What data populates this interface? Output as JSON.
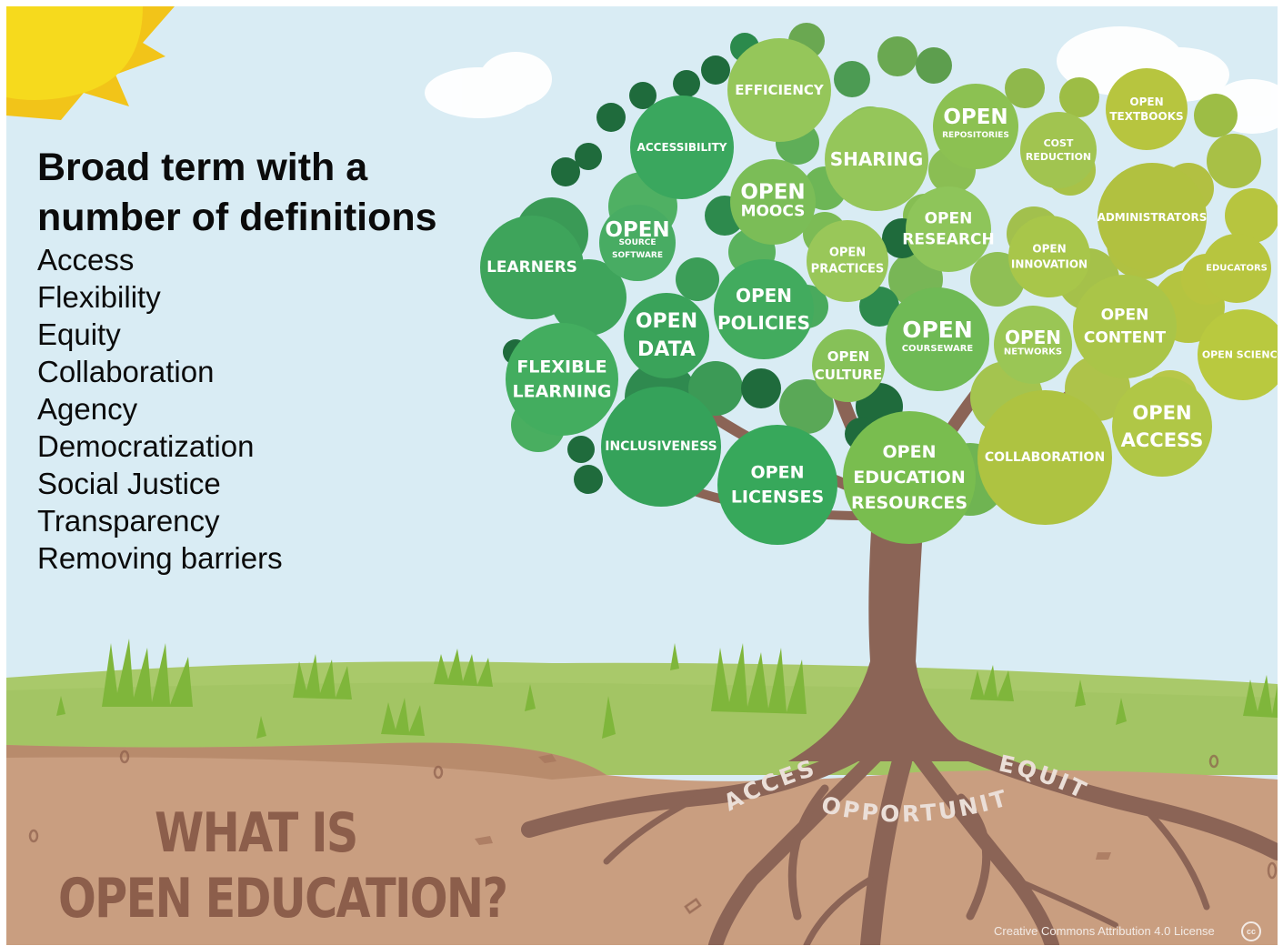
{
  "heading": {
    "line1": "Broad term with a",
    "line2": "number of definitions"
  },
  "definitions": [
    "Access",
    "Flexibility",
    "Equity",
    "Collaboration",
    "Agency",
    "Democratization",
    "Social Justice",
    "Transparency",
    "Removing barriers"
  ],
  "title": {
    "line1": "WHAT IS",
    "line2": "OPEN EDUCATION?"
  },
  "roots": {
    "left": "ACCESS",
    "middle": "OPPORTUNITY",
    "right": "EQUITY"
  },
  "license": {
    "text": "Creative Commons Attribution 4.0 License",
    "icon": "creative-commons-icon",
    "icon_text": "cc"
  },
  "bubbles": [
    {
      "id": "efficiency",
      "lines": [
        "EFFICIENCY"
      ],
      "color": "#95c65a"
    },
    {
      "id": "accessibility",
      "lines": [
        "ACCESSIBILITY"
      ],
      "color": "#3aa75e"
    },
    {
      "id": "open-repositories",
      "lines": [
        "OPEN",
        "REPOSITORIES"
      ],
      "color": "#8cc152"
    },
    {
      "id": "open-textbooks",
      "lines": [
        "OPEN",
        "TEXTBOOKS"
      ],
      "color": "#b7c53f"
    },
    {
      "id": "sharing",
      "lines": [
        "SHARING"
      ],
      "color": "#95c65a"
    },
    {
      "id": "cost-reduction",
      "lines": [
        "COST",
        "REDUCTION"
      ],
      "color": "#a1c450"
    },
    {
      "id": "open-moocs",
      "lines": [
        "OPEN",
        "MOOCS"
      ],
      "color": "#7bbd57"
    },
    {
      "id": "open-source-software",
      "lines": [
        "OPEN",
        "SOURCE",
        "SOFTWARE"
      ],
      "color": "#48ac63"
    },
    {
      "id": "learners",
      "lines": [
        "LEARNERS"
      ],
      "color": "#3ea45b"
    },
    {
      "id": "open-research",
      "lines": [
        "OPEN",
        "RESEARCH"
      ],
      "color": "#8ec55a"
    },
    {
      "id": "administrators",
      "lines": [
        "ADMINISTRATORS"
      ],
      "color": "#b1c140"
    },
    {
      "id": "open-practices",
      "lines": [
        "OPEN",
        "PRACTICES"
      ],
      "color": "#99c759"
    },
    {
      "id": "open-innovation",
      "lines": [
        "OPEN",
        "INNOVATION"
      ],
      "color": "#a8c64a"
    },
    {
      "id": "educators",
      "lines": [
        "EDUCATORS"
      ],
      "color": "#b7c53f"
    },
    {
      "id": "open-policies",
      "lines": [
        "OPEN",
        "POLICIES"
      ],
      "color": "#42ab5e"
    },
    {
      "id": "open-data",
      "lines": [
        "OPEN",
        "DATA"
      ],
      "color": "#3aa35a"
    },
    {
      "id": "open-content",
      "lines": [
        "OPEN",
        "CONTENT"
      ],
      "color": "#aac548"
    },
    {
      "id": "flexible-learning",
      "lines": [
        "FLEXIBLE",
        "LEARNING"
      ],
      "color": "#43ad5f"
    },
    {
      "id": "open-courseware",
      "lines": [
        "OPEN",
        "COURSEWARE"
      ],
      "color": "#6fba55"
    },
    {
      "id": "open-networks",
      "lines": [
        "OPEN",
        "NETWORKS"
      ],
      "color": "#9ac655"
    },
    {
      "id": "open-culture",
      "lines": [
        "OPEN",
        "CULTURE"
      ],
      "color": "#86c158"
    },
    {
      "id": "open-science",
      "lines": [
        "OPEN SCIENCE"
      ],
      "color": "#b9c93f"
    },
    {
      "id": "open-access",
      "lines": [
        "OPEN",
        "ACCESS"
      ],
      "color": "#b0c746"
    },
    {
      "id": "inclusiveness",
      "lines": [
        "INCLUSIVENESS"
      ],
      "color": "#35a25a"
    },
    {
      "id": "collaboration",
      "lines": [
        "COLLABORATION"
      ],
      "color": "#aec341"
    },
    {
      "id": "open-licenses",
      "lines": [
        "OPEN",
        "LICENSES"
      ],
      "color": "#37a85b"
    },
    {
      "id": "open-education-resources",
      "lines": [
        "OPEN",
        "EDUCATION",
        "RESOURCES"
      ],
      "color": "#79bd4f"
    }
  ],
  "colors": {
    "sky": "#d9ecf4",
    "grass": "#a9c96a",
    "soil": "#c99e80",
    "trunk": "#8b6456",
    "title": "#8c5e4b",
    "sun": "#f4cf1a"
  }
}
